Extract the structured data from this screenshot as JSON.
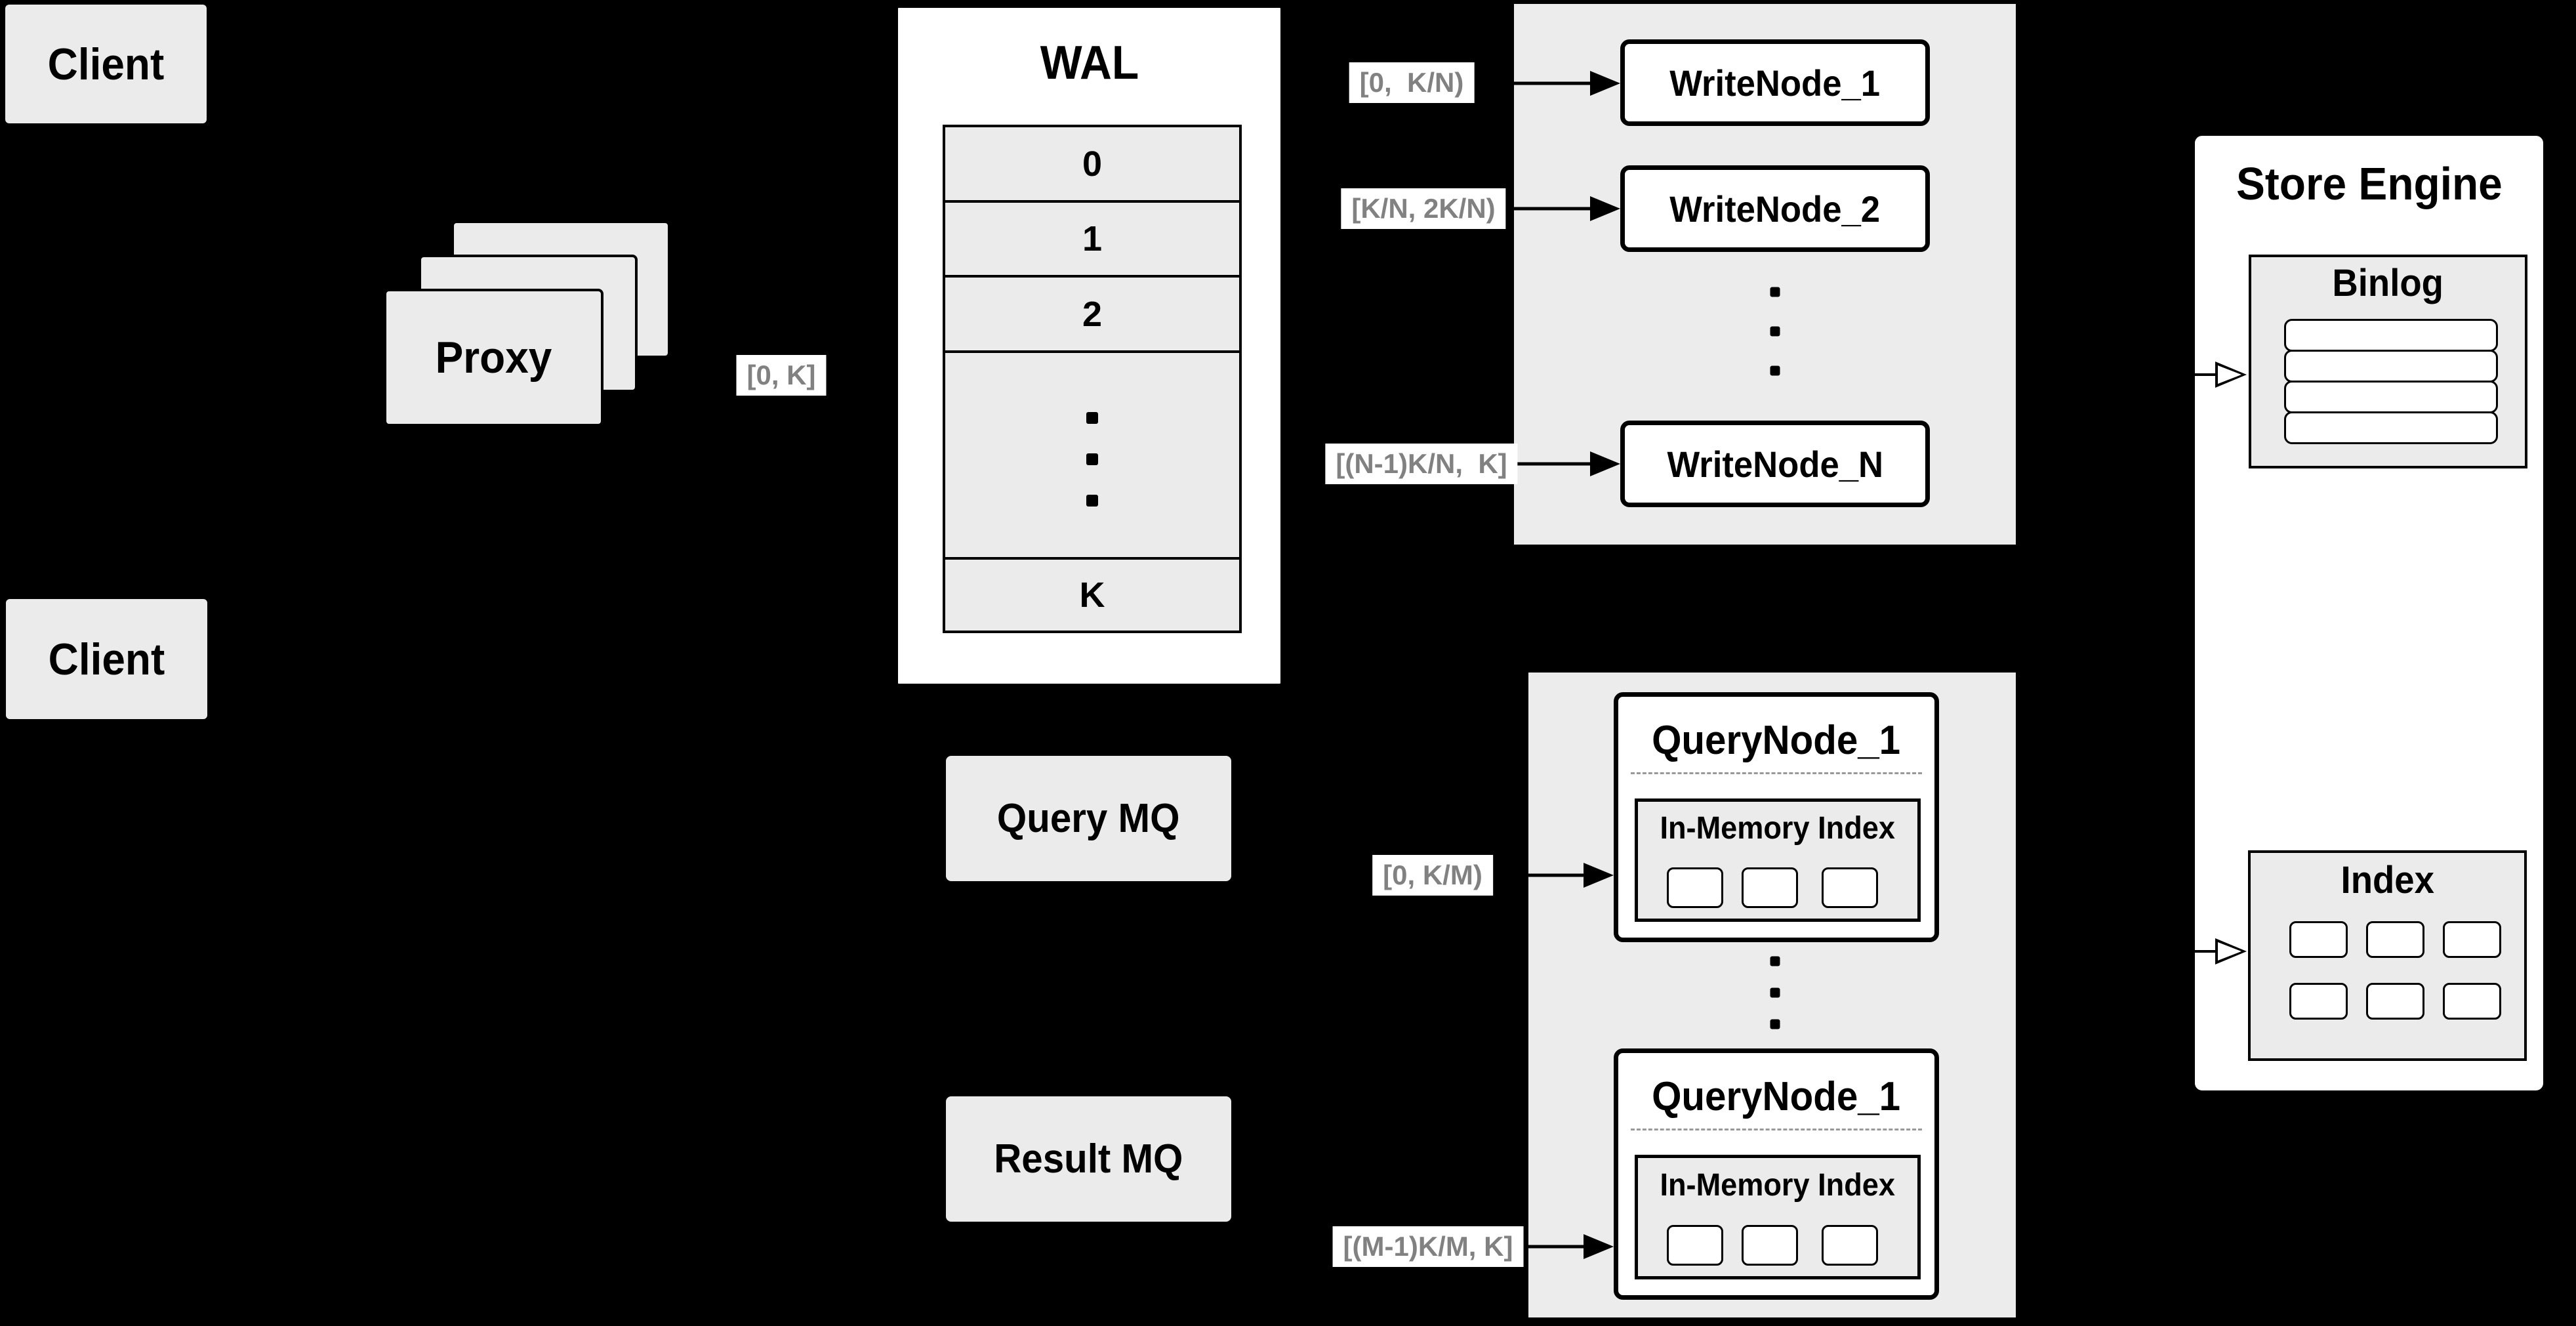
{
  "diagram_title": "distributed write/read path architecture",
  "colors": {
    "background": "#000000",
    "panel_gray": "#ececec",
    "box_gray": "#ebebeb",
    "node_white": "#ffffff",
    "line_black": "#000000",
    "range_text_gray": "#818181",
    "dashed_gray": "#999999"
  },
  "clients": {
    "top": "Client",
    "bottom": "Client"
  },
  "proxy": {
    "label": "Proxy"
  },
  "wal": {
    "title": "WAL",
    "rows": [
      "0",
      "1",
      "2"
    ],
    "k": "K"
  },
  "mq": {
    "query": "Query MQ",
    "result": "Result MQ"
  },
  "ranges": {
    "proxy": "[0, K]",
    "wn1": "[0,  K/N)",
    "wn2": "[K/N, 2K/N)",
    "wnN": "[(N-1)K/N,  K]",
    "qn1": "[0, K/M)",
    "qn2": "[(M-1)K/M, K]"
  },
  "write_nodes": [
    {
      "label": "WriteNode_1"
    },
    {
      "label": "WriteNode_2"
    },
    {
      "label": "WriteNode_N"
    }
  ],
  "query_nodes": [
    {
      "title": "QueryNode_1",
      "memory_index": "In-Memory Index"
    },
    {
      "title": "QueryNode_1",
      "memory_index": "In-Memory Index"
    }
  ],
  "store": {
    "title": "Store Engine",
    "binlog": "Binlog",
    "index": "Index"
  }
}
